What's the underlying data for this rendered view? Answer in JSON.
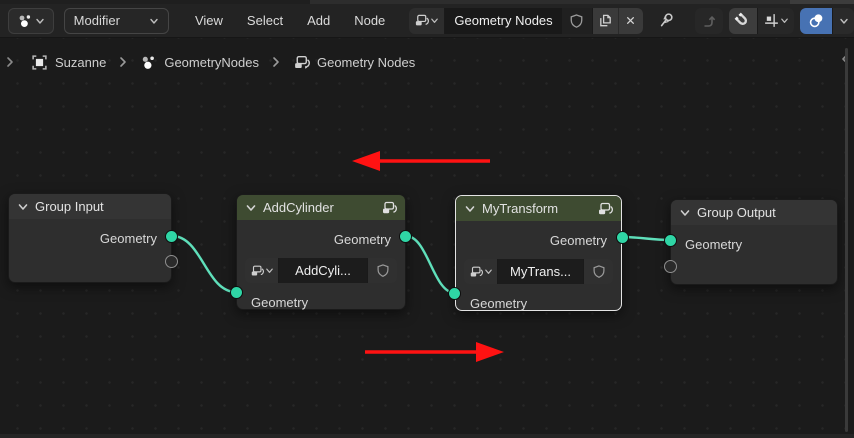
{
  "header": {
    "mode_dropdown": "Modifier",
    "menus": [
      "View",
      "Select",
      "Add",
      "Node"
    ],
    "tree_name": "Geometry Nodes"
  },
  "breadcrumb": {
    "object": "Suzanne",
    "modifier": "GeometryNodes",
    "tree": "Geometry Nodes"
  },
  "nodes": {
    "group_input": {
      "title": "Group Input",
      "output_label": "Geometry"
    },
    "add_cylinder": {
      "title": "AddCylinder",
      "output_label": "Geometry",
      "tree_field": "AddCyli...",
      "input_label": "Geometry"
    },
    "my_transform": {
      "title": "MyTransform",
      "output_label": "Geometry",
      "tree_field": "MyTrans...",
      "input_label": "Geometry"
    },
    "group_output": {
      "title": "Group Output",
      "input_label": "Geometry"
    }
  },
  "icons": {
    "editor-type": "geometry-nodes-dots",
    "dropdown-chevron": "⌄",
    "node-tree": "nodetree-pages-arrow",
    "fake-user": "shield",
    "duplicate": "copy-pages",
    "unlink": "✕",
    "pin": "pushpin",
    "go-to-parent": "elbow-up-arrow",
    "snap": "magnet",
    "snap-mode": "increment-grid",
    "overlays": "overlapping-circles",
    "object-data": "mesh-square-brackets",
    "breadcrumb-separator": "›",
    "region-toggle-left": "›",
    "region-toggle-right": "‹"
  },
  "colors": {
    "accent_blue": "#4772b3",
    "socket_teal": "#2fd5a5",
    "wire_teal": "#5fe0bb",
    "arrow_red": "#ff1212",
    "node_header_green": "#3e4b31",
    "node_header_gray": "#343434",
    "node_body": "#2e2e2e",
    "canvas_bg": "#1b1b1b"
  }
}
